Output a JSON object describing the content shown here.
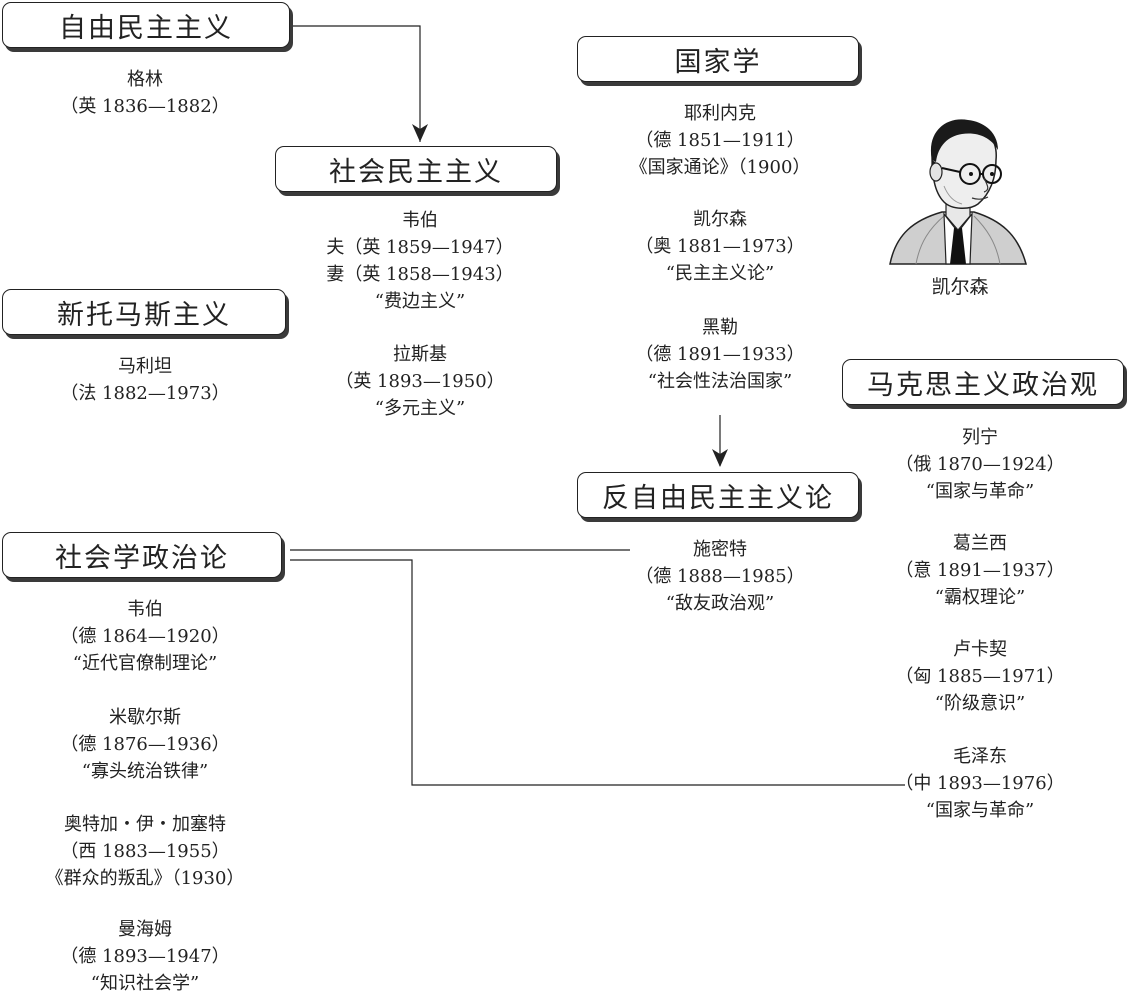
{
  "boxes": {
    "liberal": "自由民主主义",
    "social_democ": "社会民主主义",
    "neo_thomism": "新托马斯主义",
    "state_science": "国家学",
    "anti_liberal": "反自由民主主义论",
    "marxist": "马克思主义政治观",
    "sociological": "社会学政治论"
  },
  "groups": {
    "green": [
      "格林",
      "（英 1836—1882）"
    ],
    "webb": [
      "韦伯",
      "夫（英 1859—1947）",
      "妻（英 1858—1943）",
      "“费边主义”"
    ],
    "laski": [
      "拉斯基",
      "（英 1893—1950）",
      "“多元主义”"
    ],
    "maritain": [
      "马利坦",
      "（法 1882—1973）"
    ],
    "jellinek": [
      "耶利内克",
      "（德 1851—1911）",
      "《国家通论》（1900）"
    ],
    "kelsen": [
      "凯尔森",
      "（奥 1881—1973）",
      "“民主主义论”"
    ],
    "heller": [
      "黑勒",
      "（德 1891—1933）",
      "“社会性法治国家”"
    ],
    "schmitt": [
      "施密特",
      "（德 1888—1985）",
      "“敌友政治观”"
    ],
    "lenin": [
      "列宁",
      "（俄 1870—1924）",
      "“国家与革命”"
    ],
    "gramsci": [
      "葛兰西",
      "（意 1891—1937）",
      "“霸权理论”"
    ],
    "lukacs": [
      "卢卡契",
      "（匈 1885—1971）",
      "“阶级意识”"
    ],
    "mao": [
      "毛泽东",
      "（中 1893—1976）",
      "“国家与革命”"
    ],
    "weber": [
      "韦伯",
      "（德 1864—1920）",
      "“近代官僚制理论”"
    ],
    "michels": [
      "米歇尔斯",
      "（德 1876—1936）",
      "“寡头统治铁律”"
    ],
    "ortega": [
      "奥特加・伊・加塞特",
      "（西 1883—1955）",
      "《群众的叛乱》（1930）"
    ],
    "mannheim": [
      "曼海姆",
      "（德 1893—1947）",
      "“知识社会学”"
    ]
  },
  "portrait_caption": "凯尔森",
  "icons": [
    "portrait-icon",
    "arrow-down-icon"
  ],
  "colors": {
    "line": "#222222",
    "shadow": "#3a3a3a"
  }
}
